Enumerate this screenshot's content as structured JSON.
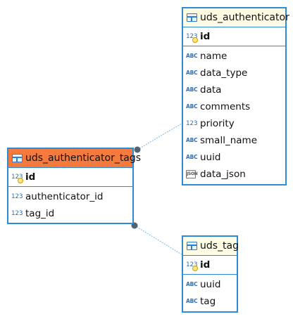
{
  "tables": {
    "authenticator": {
      "name": "uds_authenticator",
      "pk": [
        {
          "type": "num-key",
          "type_text": "123",
          "name": "id"
        }
      ],
      "columns": [
        {
          "type": "abc",
          "type_text": "ABC",
          "name": "name"
        },
        {
          "type": "abc",
          "type_text": "ABC",
          "name": "data_type"
        },
        {
          "type": "abc",
          "type_text": "ABC",
          "name": "data"
        },
        {
          "type": "abc",
          "type_text": "ABC",
          "name": "comments"
        },
        {
          "type": "num",
          "type_text": "123",
          "name": "priority"
        },
        {
          "type": "abc",
          "type_text": "ABC",
          "name": "small_name"
        },
        {
          "type": "abc",
          "type_text": "ABC",
          "name": "uuid"
        },
        {
          "type": "json",
          "type_text": "JSON",
          "name": "data_json"
        }
      ]
    },
    "authenticator_tags": {
      "name": "uds_authenticator_tags",
      "pk": [
        {
          "type": "num-key",
          "type_text": "123",
          "name": "id"
        }
      ],
      "columns": [
        {
          "type": "num",
          "type_text": "123",
          "name": "authenticator_id"
        },
        {
          "type": "num",
          "type_text": "123",
          "name": "tag_id"
        }
      ]
    },
    "tag": {
      "name": "uds_tag",
      "pk": [
        {
          "type": "num-key",
          "type_text": "123",
          "name": "id"
        }
      ],
      "columns": [
        {
          "type": "abc",
          "type_text": "ABC",
          "name": "uuid"
        },
        {
          "type": "abc",
          "type_text": "ABC",
          "name": "tag"
        }
      ]
    }
  },
  "colors": {
    "border": "#2e8bd6",
    "header": "#fffde6",
    "selected_header": "#f47a3e",
    "link": "#7bb6e0",
    "endpoint": "#4f6373"
  }
}
